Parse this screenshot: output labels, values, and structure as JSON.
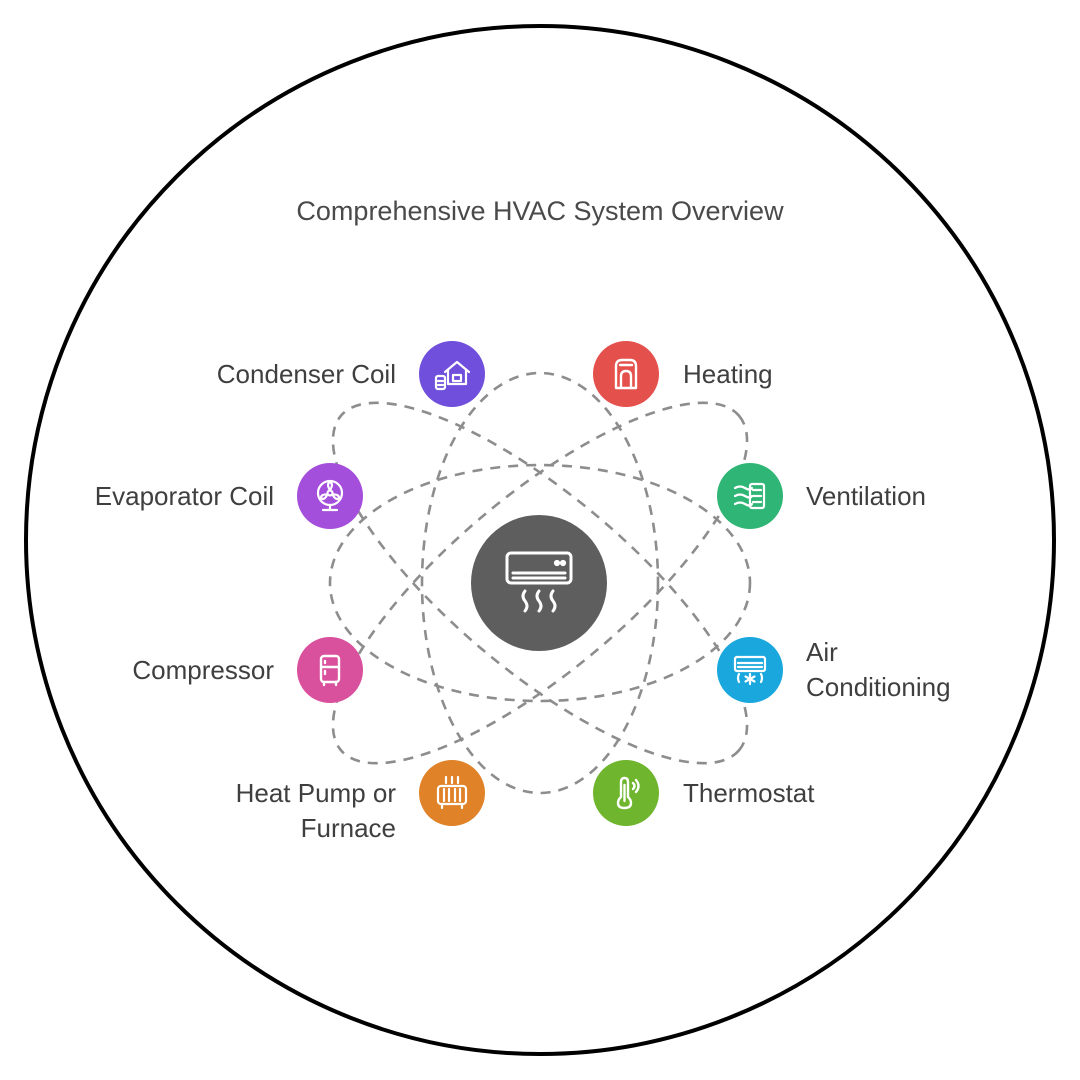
{
  "title": "Comprehensive HVAC System Overview",
  "center": {
    "icon": "air-conditioner-icon",
    "color": "#5e5e5e"
  },
  "components": [
    {
      "key": "condenser",
      "lines": [
        "Condenser Coil"
      ],
      "icon": "house-coil-icon",
      "color": "#6f4fdc"
    },
    {
      "key": "heating",
      "lines": [
        "Heating"
      ],
      "icon": "heater-icon",
      "color": "#e4504c"
    },
    {
      "key": "evaporator",
      "lines": [
        "Evaporator Coil"
      ],
      "icon": "fan-icon",
      "color": "#a44fdb"
    },
    {
      "key": "ventilation",
      "lines": [
        "Ventilation"
      ],
      "icon": "vent-airflow-icon",
      "color": "#2fb676"
    },
    {
      "key": "compressor",
      "lines": [
        "Compressor"
      ],
      "icon": "compressor-unit-icon",
      "color": "#d9509d"
    },
    {
      "key": "ac",
      "lines": [
        "Air",
        "Conditioning"
      ],
      "icon": "ac-snowflake-icon",
      "color": "#1aa7dd"
    },
    {
      "key": "heatpump",
      "lines": [
        "Heat Pump or",
        "Furnace"
      ],
      "icon": "radiator-icon",
      "color": "#e08228"
    },
    {
      "key": "thermostat",
      "lines": [
        "Thermostat"
      ],
      "icon": "thermometer-icon",
      "color": "#6fb52e"
    }
  ]
}
